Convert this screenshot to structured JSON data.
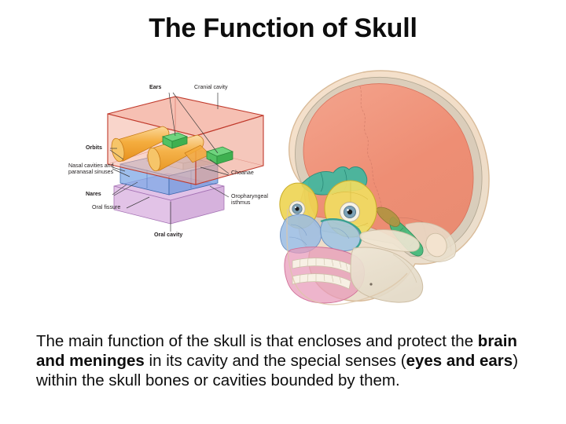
{
  "slide": {
    "title": "The Function of Skull",
    "background_color": "#ffffff",
    "text_color": "#0d0d0d"
  },
  "diagram": {
    "caption_type": "schematic-3d-box-of-skull-cavities",
    "labels": [
      {
        "id": "ears",
        "text": "Ears",
        "bold": true
      },
      {
        "id": "cranial-cavity",
        "text": "Cranial cavity",
        "bold": false
      },
      {
        "id": "orbits",
        "text": "Orbits",
        "bold": true
      },
      {
        "id": "nasal-cavities-line1",
        "text": "Nasal cavities and",
        "bold": false
      },
      {
        "id": "nasal-cavities-line2",
        "text": "paranasal sinuses",
        "bold": false
      },
      {
        "id": "nares",
        "text": "Nares",
        "bold": true
      },
      {
        "id": "oral-fissure",
        "text": "Oral fissure",
        "bold": false
      },
      {
        "id": "choanae",
        "text": "Choanae",
        "bold": false
      },
      {
        "id": "oropharyngeal-line1",
        "text": "Oropharyngeal",
        "bold": false
      },
      {
        "id": "oropharyngeal-line2",
        "text": "isthmus",
        "bold": false
      },
      {
        "id": "oral-cavity",
        "text": "Oral cavity",
        "bold": true
      }
    ],
    "colors": {
      "cranial_cavity": "#f2a08f",
      "cranial_cavity_edge": "#c0392b",
      "orbit_cone": "#f0a030",
      "ear_box": "#3cb44b",
      "nasal_box": "#4f7fd0",
      "oral_box": "#c08fc8",
      "gray_plate": "#a9a9a9"
    }
  },
  "skull_image": {
    "caption_type": "sagittal-cutaway-skull-with-colored-cavities",
    "colors": {
      "bone_outer": "#f3decb",
      "bone_mid": "#e8e0d2",
      "diploe": "#b9b2a6",
      "cranial_cavity": "#ef8f77",
      "orbit": "#ecd44a",
      "ethmoid_sinus": "#35b89a",
      "nasal_cavity": "#9fbde0",
      "oral_cavity": "#e490b4",
      "ear_ossicles": "#3cb44b",
      "teeth": "#f6f1e4"
    }
  },
  "body": {
    "segments": [
      {
        "text": "The main function of the skull is that encloses and protect the ",
        "bold": false
      },
      {
        "text": "brain and meninges",
        "bold": true
      },
      {
        "text": " in its cavity and the special senses (",
        "bold": false
      },
      {
        "text": "eyes and ears",
        "bold": true
      },
      {
        "text": ") within the skull bones or cavities bounded by them.",
        "bold": false
      }
    ],
    "plain_text": "The main function of the skull is that encloses and protect the brain and meninges in its cavity and the special senses (eyes and ears) within the skull bones or cavities bounded by them."
  }
}
